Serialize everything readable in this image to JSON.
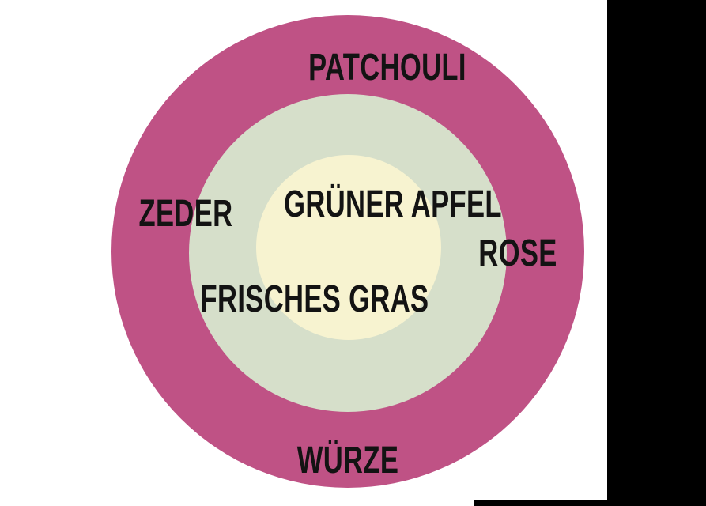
{
  "diagram": {
    "type": "concentric-circles-scent-notes",
    "rings": [
      {
        "level": "outer",
        "color": "#bf5285",
        "notes": [
          "PATCHOULI",
          "WÜRZE"
        ]
      },
      {
        "level": "middle",
        "color": "#d6dfca",
        "notes": [
          "ZEDER",
          "ROSE",
          "FRISCHES GRAS"
        ]
      },
      {
        "level": "inner",
        "color": "#f7f3d0",
        "notes": [
          "GRÜNER APFEL"
        ]
      }
    ]
  },
  "labels": {
    "patchouli": {
      "text": "PATCHOULI"
    },
    "zeder": {
      "text": "ZEDER"
    },
    "gruener_apfel": {
      "text": "GRÜNER APFEL"
    },
    "rose": {
      "text": "ROSE"
    },
    "frisches_gras": {
      "text": "FRISCHES GRAS"
    },
    "wuerze": {
      "text": "WÜRZE"
    }
  },
  "colors": {
    "background": "#ffffff",
    "outer_ring": "#bf5285",
    "middle_ring": "#d6dfca",
    "inner_circle": "#f7f3d0",
    "text": "#131313",
    "side_band": "#000000"
  }
}
